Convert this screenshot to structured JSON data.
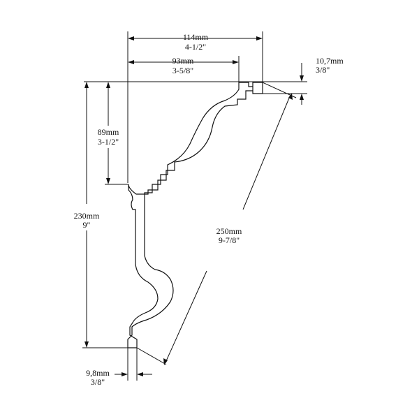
{
  "dimensions": {
    "width_top": {
      "metric": "114mm",
      "imperial": "4-1/2\""
    },
    "width_inner": {
      "metric": "93mm",
      "imperial": "3-5/8\""
    },
    "top_offset": {
      "metric": "10,7mm",
      "imperial": "3/8\""
    },
    "upper_height": {
      "metric": "89mm",
      "imperial": "3-1/2\""
    },
    "total_height": {
      "metric": "230mm",
      "imperial": "9\""
    },
    "diagonal": {
      "metric": "250mm",
      "imperial": "9-7/8\""
    },
    "bottom_offset": {
      "metric": "9,8mm",
      "imperial": "3/8\""
    }
  },
  "colors": {
    "ink": "#111111",
    "background": "#ffffff"
  }
}
